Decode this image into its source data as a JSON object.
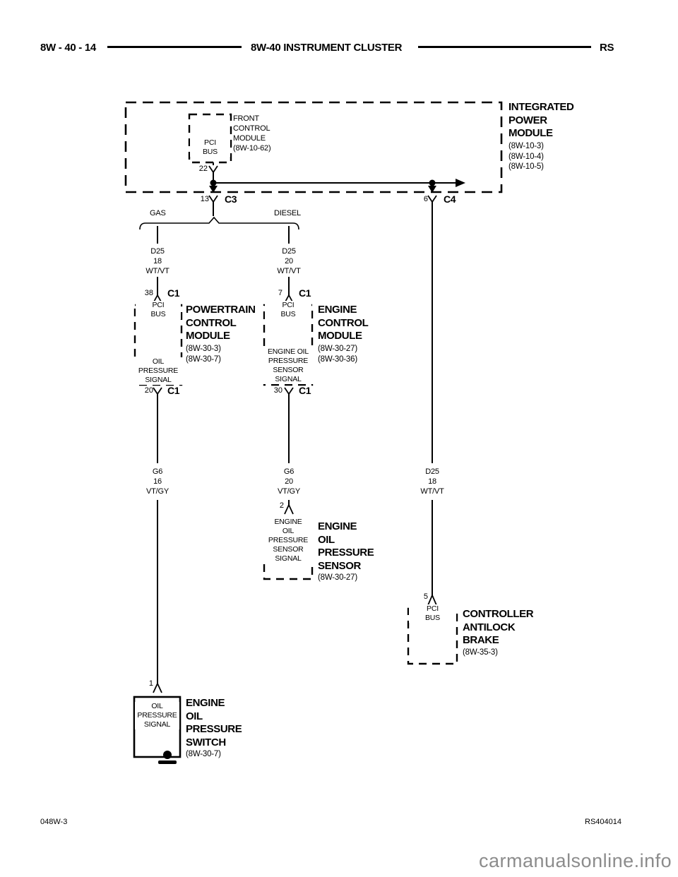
{
  "header": {
    "left": "8W - 40 - 14",
    "center": "8W-40 INSTRUMENT CLUSTER",
    "right": "RS"
  },
  "footer": {
    "left": "048W-3",
    "right": "RS404014",
    "watermark": "carmanualsonline.info"
  },
  "colors": {
    "line": "#000000",
    "background": "#ffffff",
    "watermark": "#8c8c8c"
  },
  "ipm": {
    "name_lines": [
      "INTEGRATED",
      "POWER",
      "MODULE"
    ],
    "refs": [
      "(8W-10-3)",
      "(8W-10-4)",
      "(8W-10-5)"
    ]
  },
  "fcm": {
    "name_lines": [
      "FRONT",
      "CONTROL",
      "MODULE"
    ],
    "refs": [
      "(8W-10-62)"
    ],
    "port": [
      "PCI",
      "BUS"
    ],
    "pin": "22"
  },
  "c3": {
    "pin": "13",
    "name": "C3"
  },
  "c4": {
    "pin": "6",
    "name": "C4"
  },
  "split": {
    "left": "GAS",
    "right": "DIESEL"
  },
  "wires": {
    "gas_feed": [
      "D25",
      "18",
      "WT/VT"
    ],
    "diesel_feed": [
      "D25",
      "20",
      "WT/VT"
    ],
    "pcm_out": [
      "G6",
      "16",
      "VT/GY"
    ],
    "ecm_out": [
      "G6",
      "20",
      "VT/GY"
    ],
    "abs_feed": [
      "D25",
      "18",
      "WT/VT"
    ]
  },
  "pcm": {
    "pin_top": "38",
    "conn_top": "C1",
    "port_top": [
      "PCI",
      "BUS"
    ],
    "port_bottom": [
      "OIL",
      "PRESSURE",
      "SIGNAL"
    ],
    "pin_bottom": "20",
    "conn_bottom": "C1",
    "name_lines": [
      "POWERTRAIN",
      "CONTROL",
      "MODULE"
    ],
    "refs": [
      "(8W-30-3)",
      "(8W-30-7)"
    ]
  },
  "ecm": {
    "pin_top": "7",
    "conn_top": "C1",
    "port_top": [
      "PCI",
      "BUS"
    ],
    "port_bottom": [
      "ENGINE OIL",
      "PRESSURE",
      "SENSOR",
      "SIGNAL"
    ],
    "pin_bottom": "30",
    "conn_bottom": "C1",
    "name_lines": [
      "ENGINE",
      "CONTROL",
      "MODULE"
    ],
    "refs": [
      "(8W-30-27)",
      "(8W-30-36)"
    ]
  },
  "eops": {
    "pin": "2",
    "port": [
      "ENGINE",
      "OIL",
      "PRESSURE",
      "SENSOR",
      "SIGNAL"
    ],
    "name_lines": [
      "ENGINE",
      "OIL",
      "PRESSURE",
      "SENSOR"
    ],
    "refs": [
      "(8W-30-27)"
    ]
  },
  "cab": {
    "pin": "5",
    "port": [
      "PCI",
      "BUS"
    ],
    "name_lines": [
      "CONTROLLER",
      "ANTILOCK",
      "BRAKE"
    ],
    "refs": [
      "(8W-35-3)"
    ]
  },
  "eopsw": {
    "pin": "1",
    "port": [
      "OIL",
      "PRESSURE",
      "SIGNAL"
    ],
    "name_lines": [
      "ENGINE",
      "OIL",
      "PRESSURE",
      "SWITCH"
    ],
    "refs": [
      "(8W-30-7)"
    ]
  }
}
